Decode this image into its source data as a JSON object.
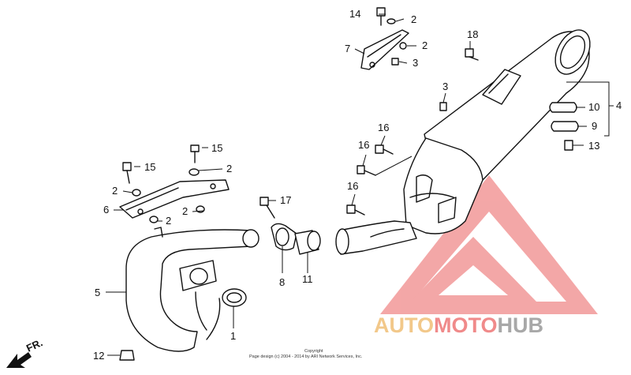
{
  "callouts": {
    "c1": "1",
    "c2a": "2",
    "c2b": "2",
    "c2c": "2",
    "c2d": "2",
    "c2e": "2",
    "c2f": "2",
    "c3a": "3",
    "c3b": "3",
    "c4": "4",
    "c5": "5",
    "c6": "6",
    "c7": "7",
    "c8": "8",
    "c9": "9",
    "c10": "10",
    "c11": "11",
    "c12": "12",
    "c13": "13",
    "c14": "14",
    "c15a": "15",
    "c15b": "15",
    "c16a": "16",
    "c16b": "16",
    "c16c": "16",
    "c17": "17",
    "c18": "18"
  },
  "direction": "FR.",
  "copyright": {
    "line1": "Copyright",
    "line2": "Page design (c) 2004 - 2014 by ARI Network Services, Inc."
  },
  "watermark": {
    "part1": "AUTO",
    "part2": "MOTO",
    "part3": "HUB",
    "colors": {
      "orange": "#f2c88a",
      "red": "#f08a8a",
      "gray": "#a8a8a8"
    }
  }
}
